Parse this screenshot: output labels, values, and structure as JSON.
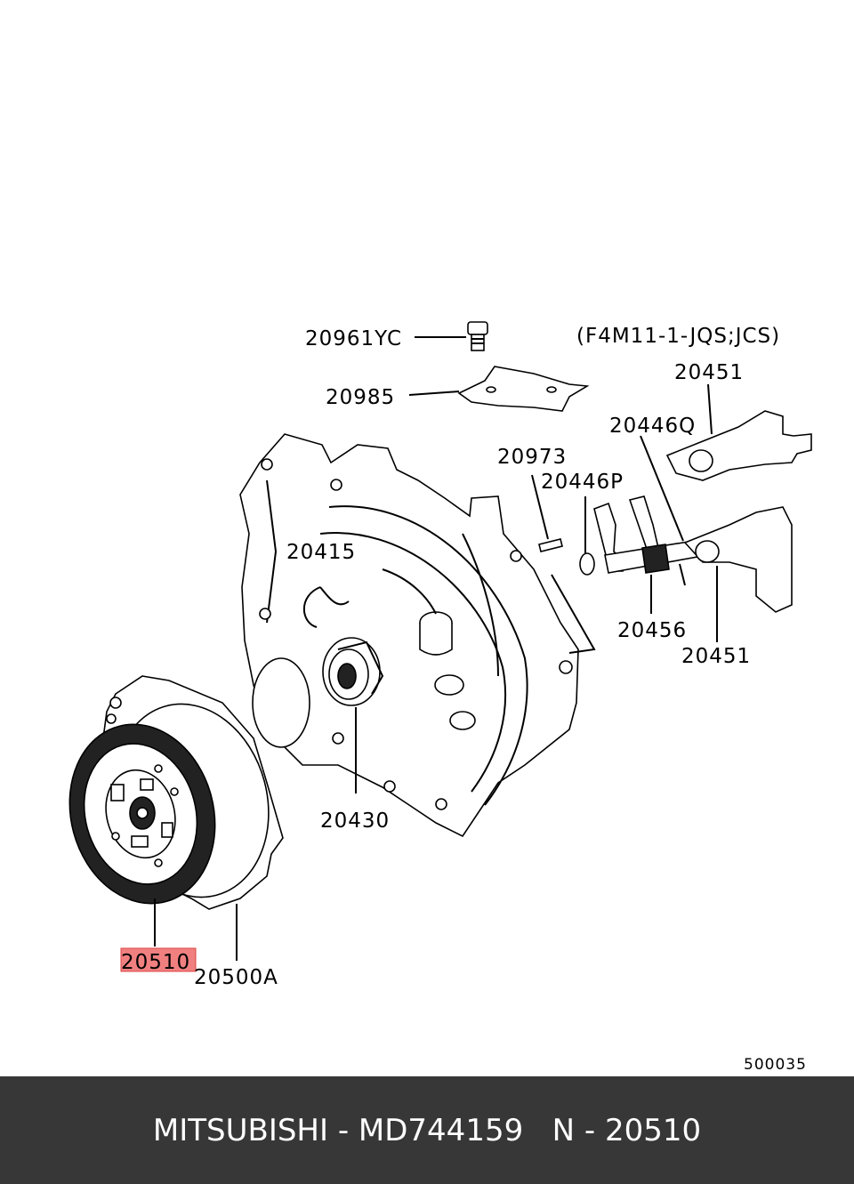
{
  "diagram": {
    "variant_note": "(F4M11-1-JQS;JCS)",
    "figure_code": "500035",
    "highlight_color": "#f08080",
    "part_labels": {
      "p20961YC": "20961YC",
      "p20985": "20985",
      "p20451_top": "20451",
      "p20446Q": "20446Q",
      "p20973": "20973",
      "p20446P": "20446P",
      "p20415": "20415",
      "p20456": "20456",
      "p20451_bottom": "20451",
      "p20430": "20430",
      "p20510": "20510",
      "p20500A": "20500A"
    }
  },
  "footer": {
    "text": "MITSUBISHI - MD744159   N - 20510"
  }
}
